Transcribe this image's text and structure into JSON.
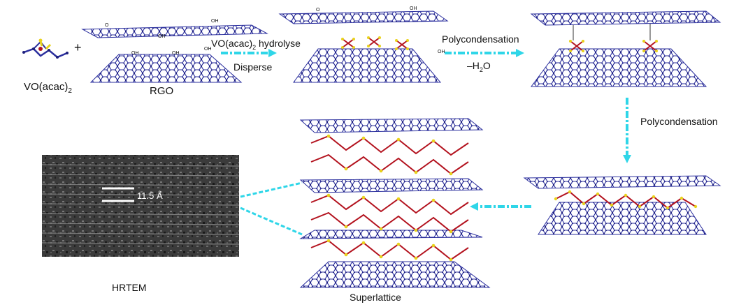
{
  "labels": {
    "vo_acac": "VO(acac)",
    "vo_acac_sub": "2",
    "plus": "+",
    "rgo": "RGO",
    "hydrolyse": "VO(acac)",
    "hydrolyse_sub": "2",
    "hydrolyse_tail": " hydrolyse",
    "disperse": "Disperse",
    "polycondensation_top": "Polycondensation",
    "water_pre": "–H",
    "water_sub": "2",
    "water_post": "O",
    "polycondensation_side": "Polycondensation",
    "hrtem": "HRTEM",
    "superlattice": "Superlattice",
    "spacing": "11.5 Å"
  },
  "colors": {
    "graphene": "#2b2f9e",
    "graphene_node": "#1d1f7a",
    "vanadium": "#b3121e",
    "oxygen": "#e8d21c",
    "arrow": "#2fd6e8",
    "hrtem_bg": "#3a3a3a"
  },
  "functional_groups": {
    "top_sheet_left": "O",
    "top_sheet_oh": "OH",
    "top_sheet_cooh": "OH",
    "bottom_sheet_oh1": "OH",
    "bottom_sheet_oh2": "OH",
    "bottom_sheet_cooh": "OH",
    "stage2_top_o": "O",
    "stage2_top_oh": "OH",
    "stage2_cooh": "OH"
  }
}
